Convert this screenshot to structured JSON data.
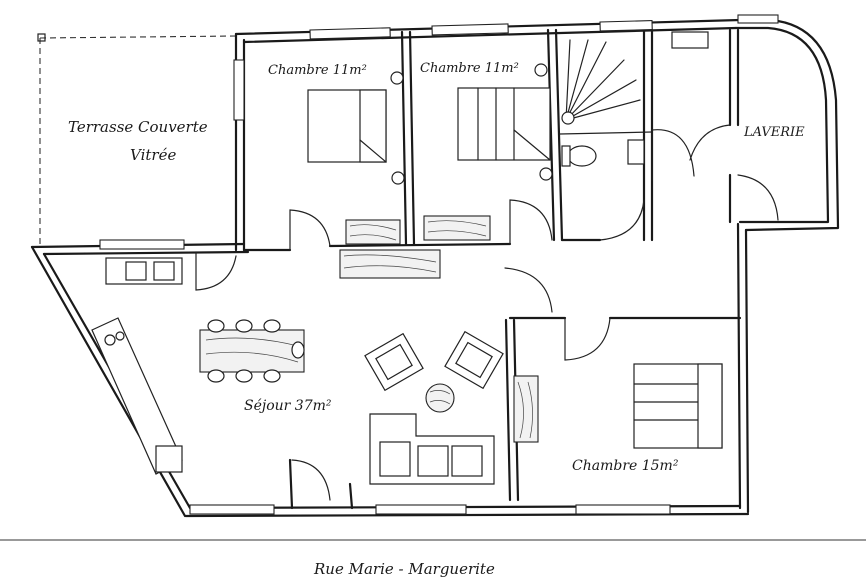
{
  "labels": {
    "terrasse_line1": "Terrasse Couverte",
    "terrasse_line2": "Vitrée",
    "chambre_left": "Chambre 11m²",
    "chambre_mid": "Chambre 11m²",
    "laverie": "LAVERIE",
    "sejour": "Séjour 37m²",
    "chambre_big": "Chambre 15m²",
    "street": "Rue Marie - Marguerite"
  }
}
